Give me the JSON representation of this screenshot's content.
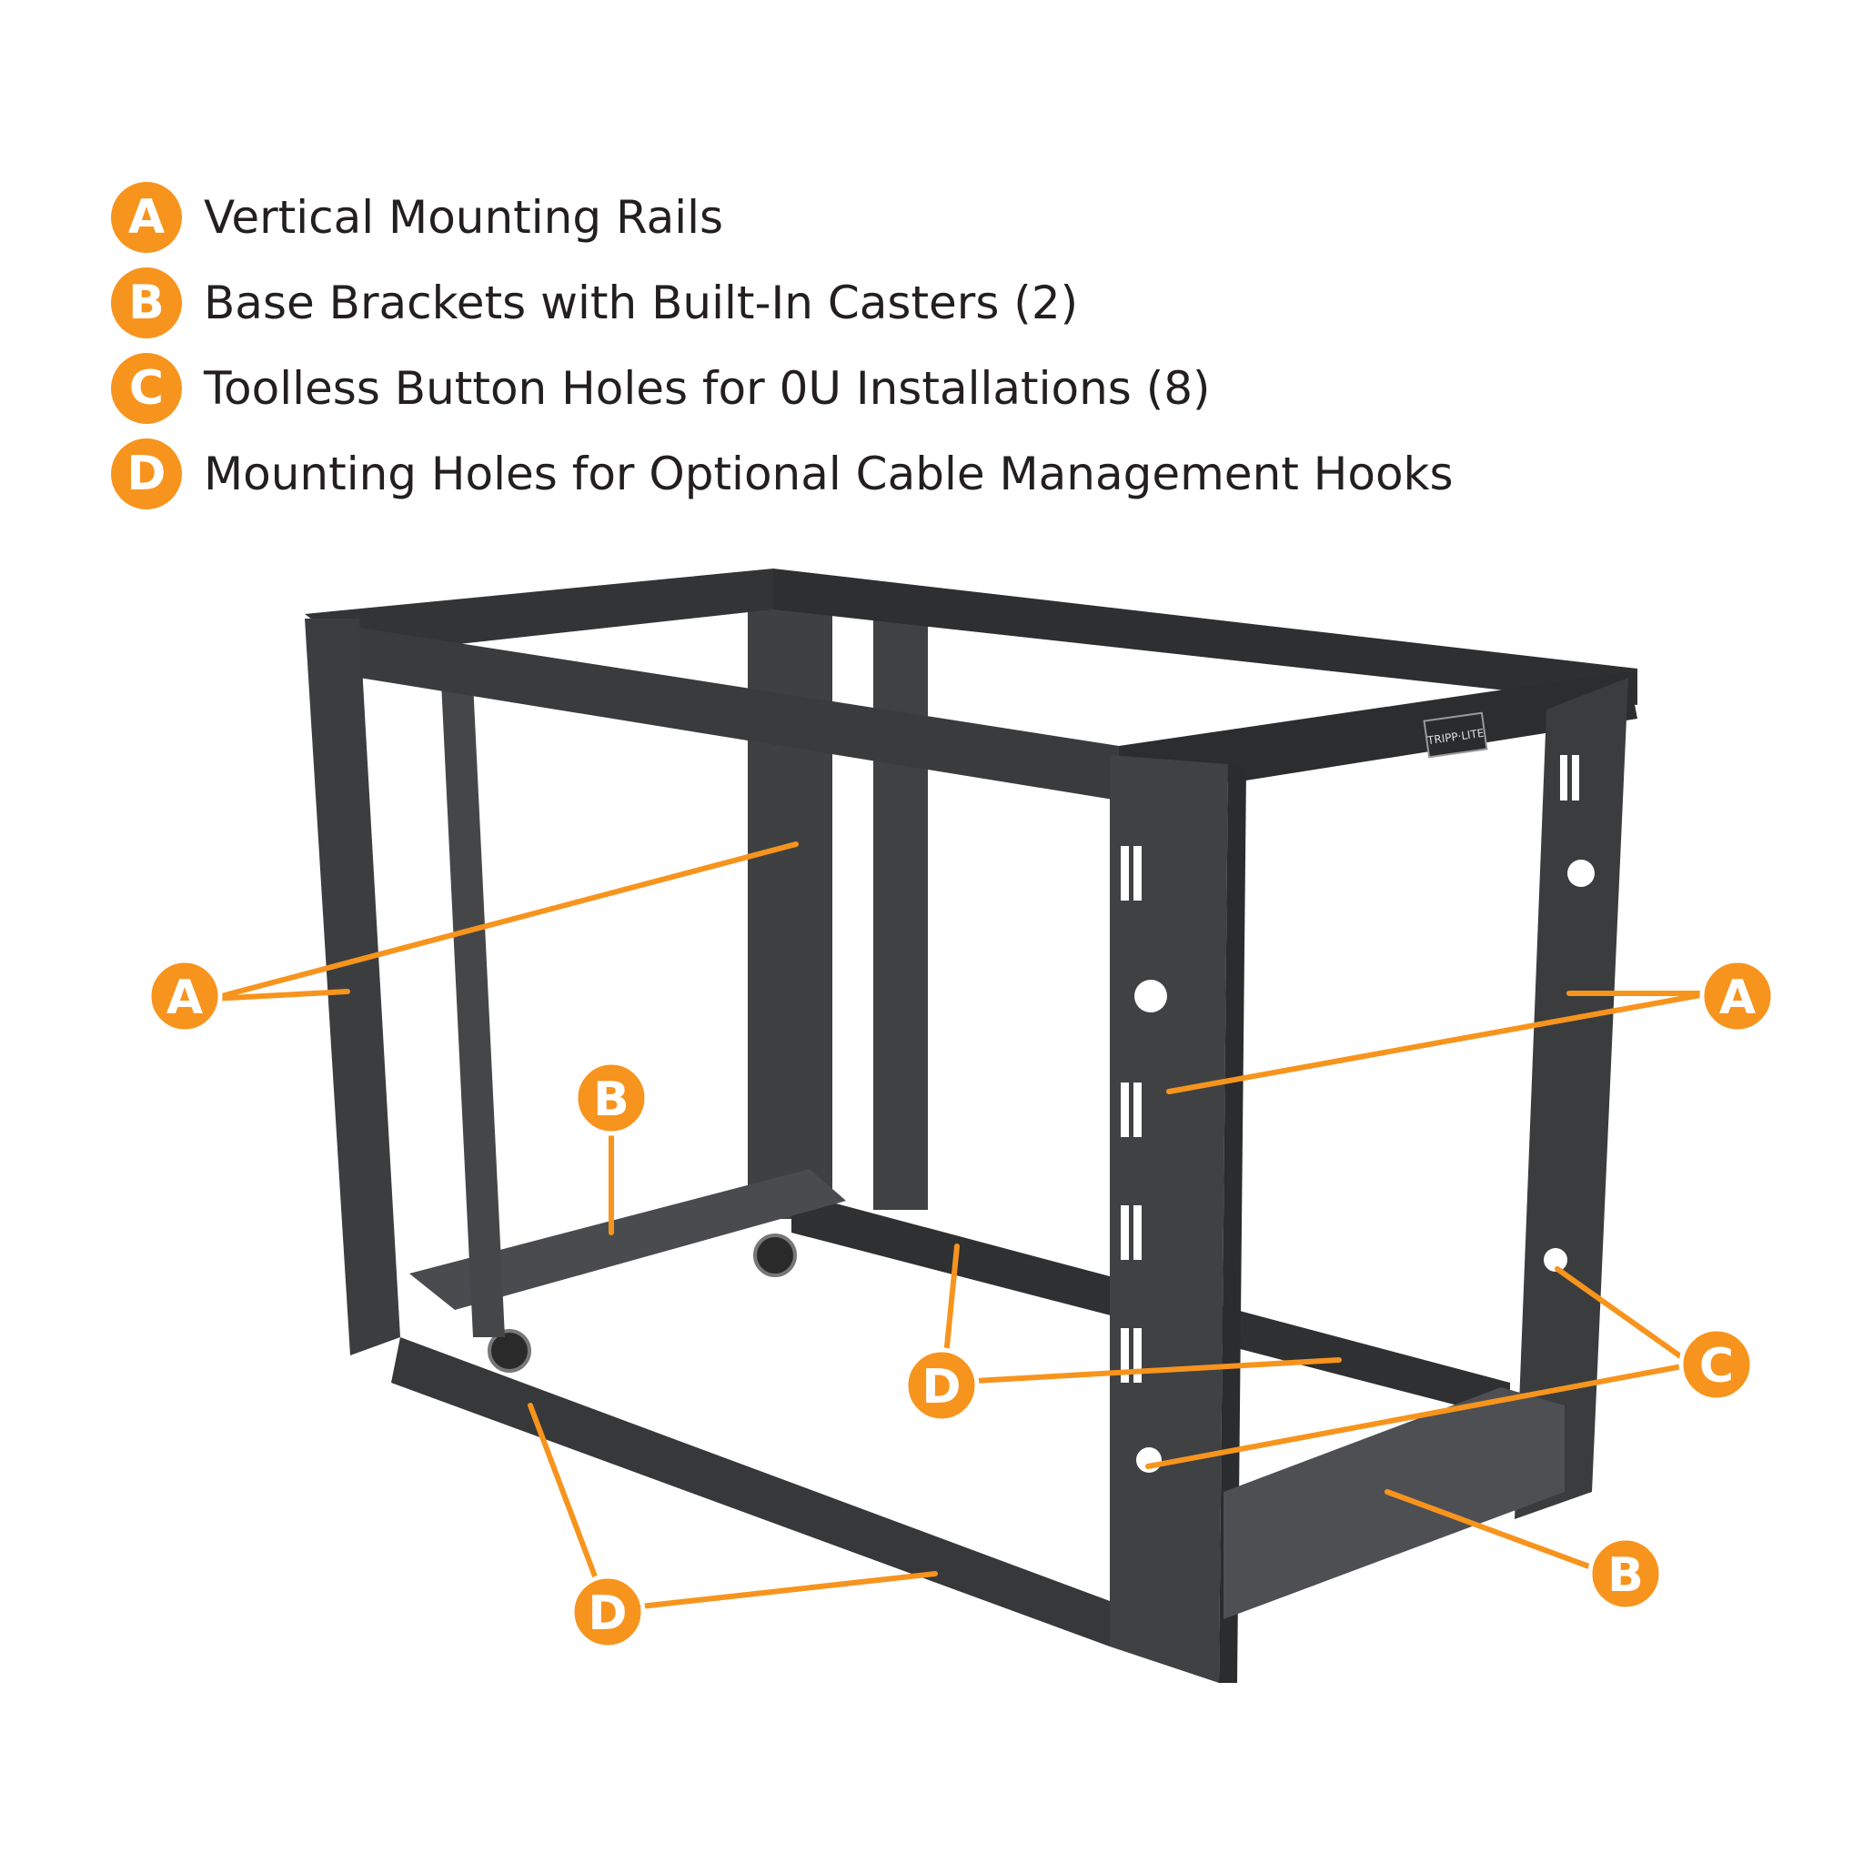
{
  "colors": {
    "accent": "#F7941D",
    "frame": "#3b3c3e",
    "frame_dark": "#242526",
    "frame_light": "#55575a",
    "text": "#231f20"
  },
  "legend": [
    {
      "letter": "A",
      "text": "Vertical Mounting Rails"
    },
    {
      "letter": "B",
      "text": "Base Brackets with Built-In Casters (2)"
    },
    {
      "letter": "C",
      "text": "Toolless Button Holes for 0U Installations (8)"
    },
    {
      "letter": "D",
      "text": "Mounting Holes for Optional Cable Management Hooks"
    }
  ],
  "callouts": {
    "a_left": "A",
    "a_right": "A",
    "b_left": "B",
    "b_right": "B",
    "c_right": "C",
    "d_mid": "D",
    "d_bottom": "D"
  },
  "logo_text": "TRIPP·LITE"
}
